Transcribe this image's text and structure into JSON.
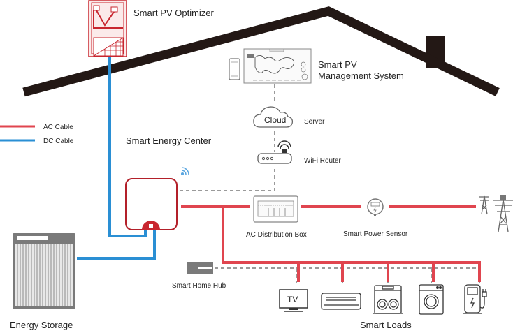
{
  "colors": {
    "ac_cable": "#e0454f",
    "dc_cable": "#2a8fd4",
    "roof": "#231815",
    "device_red": "#c8262f",
    "device_gray": "#808080",
    "dashed_link": "#9a9a9a"
  },
  "legend": {
    "items": [
      {
        "label": "AC Cable",
        "color": "#e0454f"
      },
      {
        "label": "DC Cable",
        "color": "#2a8fd4"
      }
    ]
  },
  "labels": {
    "optimizer": "Smart PV Optimizer",
    "management_line1": "Smart PV",
    "management_line2": "Management System",
    "cloud_text": "Cloud",
    "server": "Server",
    "wifi_router": "WiFi Router",
    "energy_center": "Smart Energy Center",
    "distribution_box": "AC Distribution Box",
    "power_sensor": "Smart Power Sensor",
    "energy_storage": "Energy Storage",
    "home_hub": "Smart Home Hub",
    "tv_text": "TV",
    "smart_loads": "Smart Loads"
  },
  "icons": {
    "optimizer": "solar-panel-optimizer-icon",
    "phone": "smartphone-icon",
    "monitor": "world-map-dashboard-icon",
    "cloud": "cloud-icon",
    "router": "wifi-router-icon",
    "wifi": "wifi-signal-icon",
    "inverter": "energy-center-icon",
    "distribution": "distribution-box-icon",
    "sensor": "power-meter-icon",
    "grid": "power-tower-icon",
    "battery": "battery-storage-icon",
    "hub": "home-hub-icon",
    "loads": [
      "tv-icon",
      "air-conditioner-icon",
      "dishwasher-icon",
      "washing-machine-icon",
      "ev-charger-icon"
    ]
  }
}
